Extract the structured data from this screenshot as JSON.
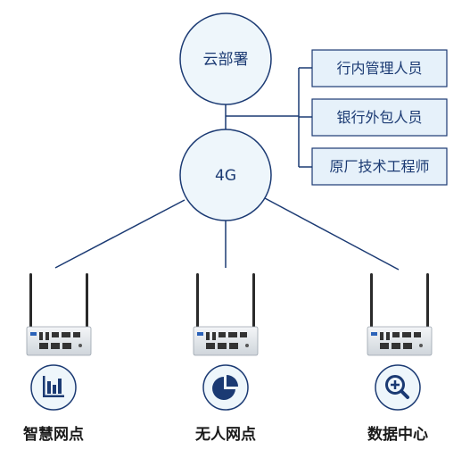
{
  "diagram": {
    "cloud_label": "云部署",
    "network_label": "4G",
    "personnel": [
      "行内管理人员",
      "银行外包人员",
      "原厂技术工程师"
    ],
    "sites": [
      {
        "label": "智慧网点",
        "icon": "bar-chart-icon"
      },
      {
        "label": "无人网点",
        "icon": "pie-chart-icon"
      },
      {
        "label": "数据中心",
        "icon": "magnifier-plus-icon"
      }
    ],
    "colors": {
      "accent": "#1b3a73",
      "circle_fill": "#eef6fb",
      "circle_stroke": "#1b3a73",
      "box_fill": "#e6f1fa",
      "line": "#1b3a73"
    }
  }
}
